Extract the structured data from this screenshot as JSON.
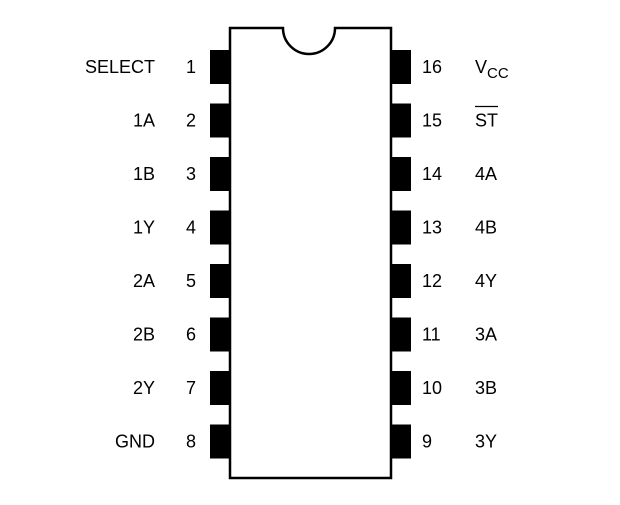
{
  "chip": {
    "left_pins": [
      {
        "number": "1",
        "label": "SELECT"
      },
      {
        "number": "2",
        "label": "1A"
      },
      {
        "number": "3",
        "label": "1B"
      },
      {
        "number": "4",
        "label": "1Y"
      },
      {
        "number": "5",
        "label": "2A"
      },
      {
        "number": "6",
        "label": "2B"
      },
      {
        "number": "7",
        "label": "2Y"
      },
      {
        "number": "8",
        "label": "GND"
      }
    ],
    "right_pins": [
      {
        "number": "16",
        "label": "VCC",
        "main": "V",
        "sub": "CC"
      },
      {
        "number": "15",
        "label": "ST",
        "overline": true
      },
      {
        "number": "14",
        "label": "4A"
      },
      {
        "number": "13",
        "label": "4B"
      },
      {
        "number": "12",
        "label": "4Y"
      },
      {
        "number": "11",
        "label": "3A"
      },
      {
        "number": "10",
        "label": "3B"
      },
      {
        "number": "9",
        "label": "3Y"
      }
    ]
  },
  "colors": {
    "pin_fill": "#000000",
    "body_stroke": "#000000",
    "background": "#ffffff"
  }
}
